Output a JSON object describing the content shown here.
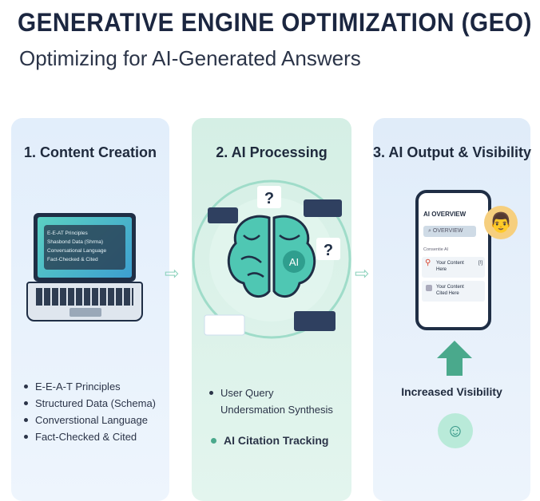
{
  "header": {
    "title": "GENERATIVE ENGINE OPTIMIZATION (GEO)",
    "subtitle": "Optimizing for AI-Generated Answers"
  },
  "panels": [
    {
      "title": "1. Content Creation",
      "screen_items": [
        "E-E-AT Principles",
        "Shasbond Data (Shrma)",
        "Conversational Language",
        "Fact-Checked & Cited"
      ],
      "bullets": [
        "E-E-A-T Principles",
        "Structured Data (Schema)",
        "Converstional Language",
        "Fact-Checked & Cited"
      ]
    },
    {
      "title": "2. AI Processing",
      "brain_label": "AI",
      "question_mark": "?",
      "bullets": [
        "User Query",
        "Undersmation Synthesis"
      ],
      "highlight": "AI Citation Tracking"
    },
    {
      "title": "3. AI Output & Visibility",
      "phone": {
        "title": "AI OVERVIEW",
        "search": "OVERVIEW",
        "small": "Consentie AI",
        "card1": "Your Content Here",
        "card1_tag": "[!]",
        "card2": "Your Content Cited Here"
      },
      "caption": "Increased Visibility"
    }
  ],
  "colors": {
    "navy": "#1f2e45",
    "teal": "#3cbfa6",
    "arrow": "#4aa98c"
  }
}
